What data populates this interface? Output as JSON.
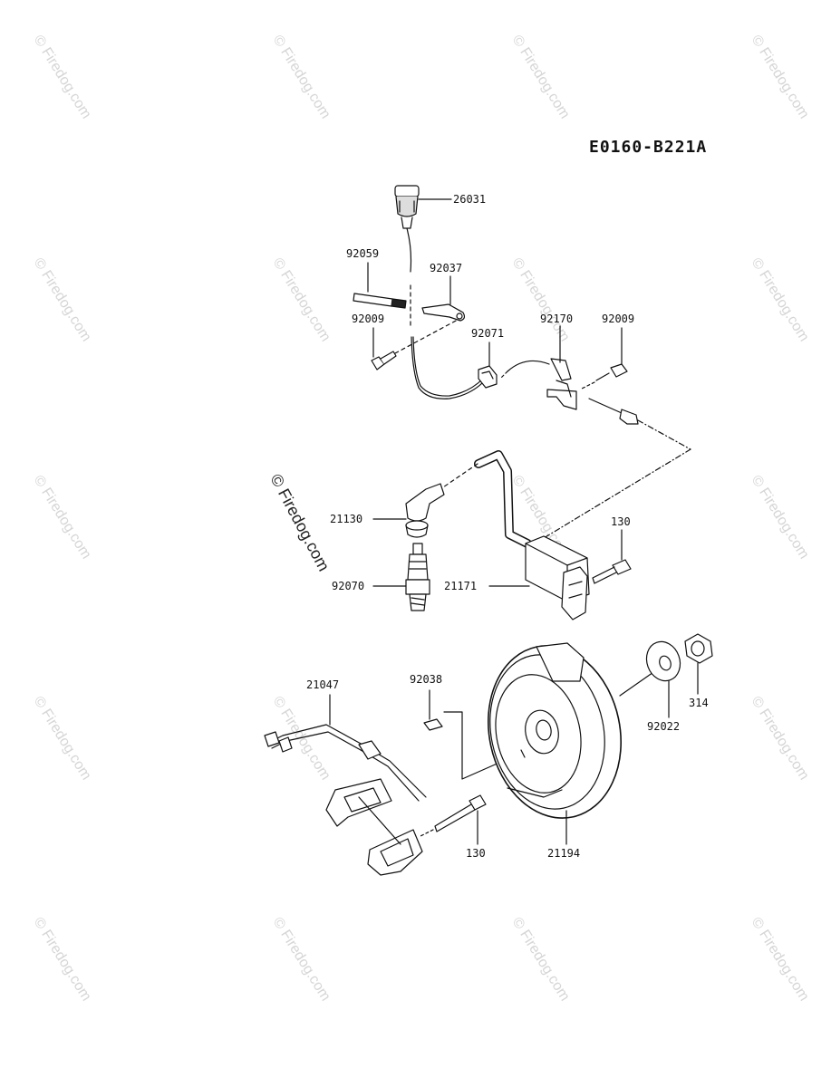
{
  "diagram_code": "E0160-B221A",
  "watermark_text": "© Firedog.com",
  "parts": {
    "p26031": "26031",
    "p92059": "92059",
    "p92037": "92037",
    "p92009a": "92009",
    "p92071": "92071",
    "p92170": "92170",
    "p92009b": "92009",
    "p21130": "21130",
    "p130a": "130",
    "p92070": "92070",
    "p21171": "21171",
    "p21047": "21047",
    "p92038": "92038",
    "p92022": "92022",
    "p314": "314",
    "p130b": "130",
    "p21194": "21194"
  },
  "colors": {
    "ink": "#111111",
    "watermark": "#d6d6d6"
  }
}
